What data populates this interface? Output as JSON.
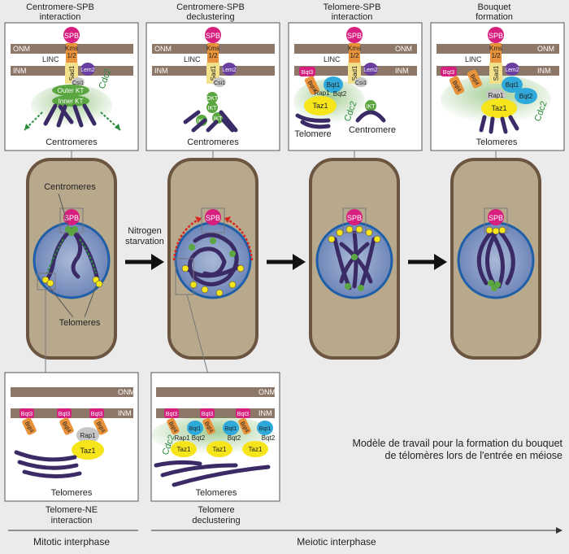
{
  "panels": [
    {
      "title_line1": "Centromere-SPB",
      "title_line2": "interaction",
      "bottom": "Centromeres"
    },
    {
      "title_line1": "Centromere-SPB",
      "title_line2": "declustering",
      "bottom": "Centromeres"
    },
    {
      "title_line1": "Telomere-SPB",
      "title_line2": "interaction",
      "bottom_left": "Telomere",
      "bottom_right": "Centromere"
    },
    {
      "title_line1": "Bouquet",
      "title_line2": "formation",
      "bottom": "Telomeres"
    }
  ],
  "membrane": {
    "outer": "ONM",
    "inner": "INM"
  },
  "proteins": {
    "spb": "SPB",
    "kms": "Kms",
    "kms_num": "1/2",
    "linc": "LINC",
    "sad1": "Sad1",
    "lem2": "Lem2",
    "csi1": "Csi1",
    "outer_kt": "Outer KT",
    "inner_kt": "Inner KT",
    "okt": "OKT",
    "ikt": "IKT",
    "cdc2": "Cdc2",
    "bqt1": "Bqt1",
    "bqt2": "Bqt2",
    "bqt3": "Bqt3",
    "bqt4": "Bqt4",
    "rap1": "Rap1",
    "taz1": "Taz1"
  },
  "cell_labels": {
    "centromeres": "Centromeres",
    "spb": "SPB",
    "telomeres": "Telomeres",
    "nitrogen": "Nitrogen",
    "starvation": "starvation"
  },
  "lower_panels": [
    {
      "bottom": "Telomeres",
      "sub1": "Telomere-NE",
      "sub2": "interaction"
    },
    {
      "bottom": "Telomeres",
      "sub1": "Telomere",
      "sub2": "declustering"
    }
  ],
  "timeline": {
    "mitotic": "Mitotic interphase",
    "meiotic": "Meiotic interphase"
  },
  "caption": {
    "line1": "Modèle de travail pour la formation du bouquet",
    "line2": "de télomères lors de l'entrée en méiose"
  },
  "colors": {
    "spb": "#d61f7f",
    "kms": "#e8923a",
    "sad1": "#f2e08a",
    "lem2": "#6a3fa0",
    "csi1": "#c6c6c6",
    "kinetochore": "#5aa640",
    "bqt1": "#2fa9d9",
    "bqt3": "#d61f7f",
    "bqt4": "#e8923a",
    "taz1": "#f6e51a",
    "chromatin": "#3a2a66",
    "membrane": "#8c7768",
    "cell": "#b8a98c",
    "nucleus": "#6f86b8",
    "arrow_red": "#d8261e",
    "arrow_green": "#2a8b3d"
  }
}
